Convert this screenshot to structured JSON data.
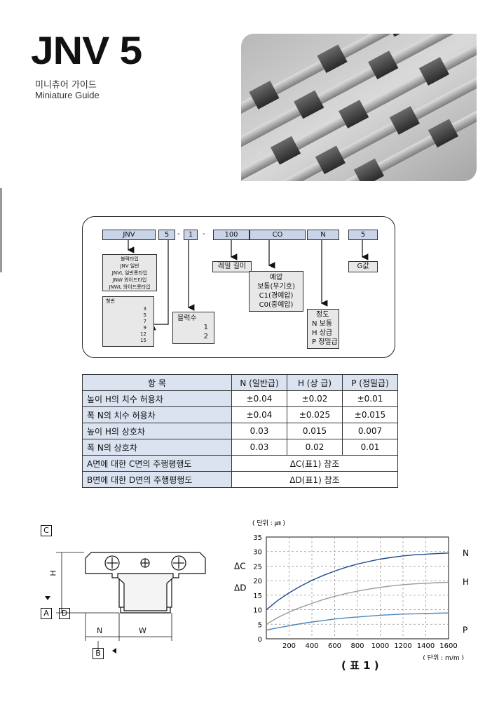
{
  "header": {
    "title": "JNV 5",
    "subtitle_ko": "미니츄어 가이드",
    "subtitle_en": "Miniature Guide"
  },
  "code": {
    "segments": [
      "JNV",
      "5",
      "1",
      "100",
      "CO",
      "N",
      "5"
    ],
    "dash": "-",
    "block_types": [
      "블럭타입",
      "JNV 일반",
      "JNVL 일반롱타입",
      "JNW 와이드타입",
      "JNWL 와이드롱타입"
    ],
    "size_label": "형번",
    "sizes": [
      "3",
      "5",
      "7",
      "9",
      "12",
      "15"
    ],
    "block_count_label": "블럭수",
    "block_counts": [
      "1",
      "2"
    ],
    "rail_length": "레일 길이",
    "preload": [
      "예압",
      "보통(무기호)",
      "C1(경예압)",
      "C0(중예압)"
    ],
    "precision": [
      "정도",
      "N 보통",
      "H 상급",
      "P 정밀급"
    ],
    "g_value": "G값"
  },
  "table": {
    "header": [
      "항  목",
      "N (일반급)",
      "H (상 급)",
      "P (정밀급)"
    ],
    "rows": [
      {
        "label": "높이 H의 치수 허용차",
        "values": [
          "±0.04",
          "±0.02",
          "±0.01"
        ]
      },
      {
        "label": "폭 N의 치수 허용차",
        "values": [
          "±0.04",
          "±0.025",
          "±0.015"
        ]
      },
      {
        "label": "높이 H의 상호차",
        "values": [
          "0.03",
          "0.015",
          "0.007"
        ]
      },
      {
        "label": "폭 N의 상호차",
        "values": [
          "0.03",
          "0.02",
          "0.01"
        ]
      }
    ],
    "merged_rows": [
      {
        "label": "A면에 대한 C면의 주행평행도",
        "value": "ΔC(표1) 참조"
      },
      {
        "label": "B면에 대한 D면의 주행평행도",
        "value": "ΔD(표1) 참조"
      }
    ]
  },
  "drawing": {
    "labels": {
      "c": "C",
      "a": "A",
      "d": "D",
      "b": "B",
      "h": "H",
      "n": "N",
      "w": "W"
    }
  },
  "chart_data": {
    "type": "line",
    "y_unit_label": "( 단위 : ㎛ )",
    "x_unit_label": "( 단위 : m/m )",
    "ylabels": [
      "ΔC",
      "ΔD"
    ],
    "caption": "( 표 1 )",
    "xlim": [
      0,
      1600
    ],
    "ylim": [
      0,
      35
    ],
    "x_ticks": [
      200,
      400,
      600,
      800,
      1000,
      1200,
      1400,
      1600
    ],
    "y_ticks": [
      0,
      5,
      10,
      15,
      20,
      25,
      30,
      35
    ],
    "grid": true,
    "x": [
      0,
      100,
      200,
      300,
      400,
      500,
      600,
      700,
      800,
      900,
      1000,
      1100,
      1200,
      1300,
      1400,
      1500,
      1600
    ],
    "series": [
      {
        "name": "N",
        "color": "#1f4e8c",
        "values": [
          10,
          13.2,
          15.8,
          18.1,
          20.1,
          21.8,
          23.3,
          24.6,
          25.7,
          26.6,
          27.4,
          28.0,
          28.5,
          28.9,
          29.1,
          29.3,
          29.5
        ]
      },
      {
        "name": "H",
        "color": "#9a9a9a",
        "values": [
          5,
          7.3,
          9.2,
          10.8,
          12.2,
          13.5,
          14.6,
          15.6,
          16.4,
          17.1,
          17.7,
          18.2,
          18.6,
          18.9,
          19.1,
          19.3,
          19.4
        ]
      },
      {
        "name": "P",
        "color": "#4e86b8",
        "values": [
          3,
          3.8,
          4.5,
          5.2,
          5.8,
          6.3,
          6.8,
          7.2,
          7.5,
          7.8,
          8.1,
          8.3,
          8.5,
          8.6,
          8.7,
          8.8,
          8.9
        ]
      }
    ]
  }
}
